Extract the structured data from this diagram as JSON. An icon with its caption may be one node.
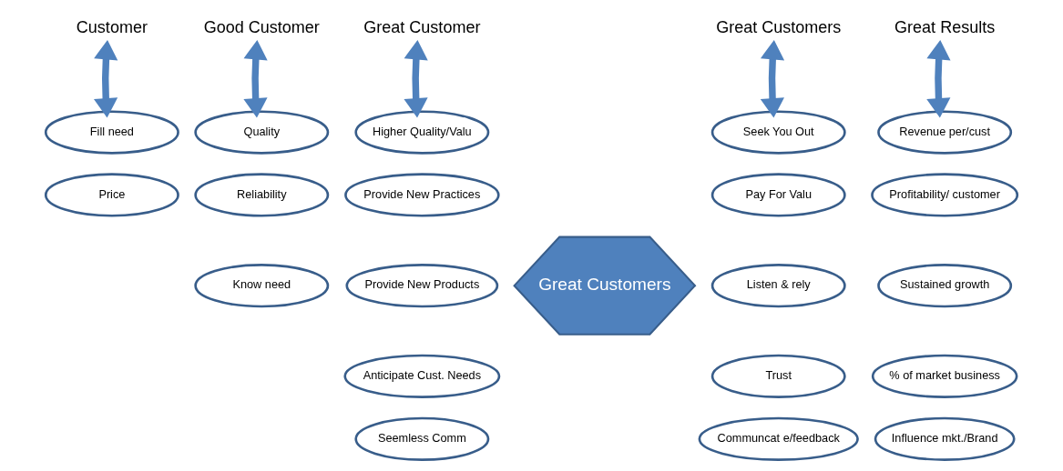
{
  "diagram": {
    "nodes": [
      {
        "text": [
          "Customer"
        ]
      },
      {
        "text": [
          "Fill need"
        ]
      },
      {
        "text": [
          "Price"
        ]
      },
      {
        "text": [
          "Good Customer"
        ]
      },
      {
        "text": [
          "Quality"
        ]
      },
      {
        "text": [
          "Reliability"
        ]
      },
      {
        "text": [
          "Know need"
        ]
      },
      {
        "text": [
          "Great Customer"
        ]
      },
      {
        "text": [
          "Higher Quality/Valu"
        ]
      },
      {
        "text": [
          "Provide New Practices"
        ]
      },
      {
        "text": [
          "Provide New Products"
        ]
      },
      {
        "text": [
          "Anticipate Cust. Needs"
        ]
      },
      {
        "text": [
          "Seemless Comm"
        ]
      },
      {
        "text": [
          "Great Customers"
        ]
      },
      {
        "text": [
          "Great Customers"
        ]
      },
      {
        "text": [
          "Seek You Out"
        ]
      },
      {
        "text": [
          "Pay For Valu"
        ]
      },
      {
        "text": [
          "Listen & rely"
        ]
      },
      {
        "text": [
          "Trust"
        ]
      },
      {
        "text": [
          "Communcat e/feedback"
        ]
      },
      {
        "text": [
          "Great Results"
        ]
      },
      {
        "text": [
          "Revenue per/cust"
        ]
      },
      {
        "text": [
          "Profitability/ customer"
        ]
      },
      {
        "text": [
          "Sustained growth"
        ]
      },
      {
        "text": [
          "% of market business"
        ]
      },
      {
        "text": [
          "Influence mkt./Brand"
        ]
      }
    ],
    "edges": [
      {
        "from": 0,
        "to": 1,
        "arrow": "both"
      },
      {
        "from": 3,
        "to": 4,
        "arrow": "both"
      },
      {
        "from": 7,
        "to": 8,
        "arrow": "both"
      },
      {
        "from": 14,
        "to": 15,
        "arrow": "both"
      },
      {
        "from": 20,
        "to": 21,
        "arrow": "both"
      }
    ]
  }
}
